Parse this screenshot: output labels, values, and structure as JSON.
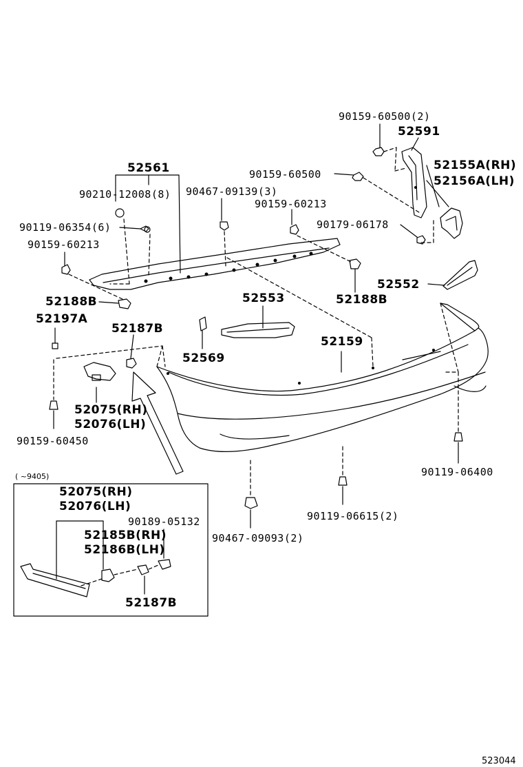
{
  "labels": {
    "p90159_60500_2": "90159-60500(2)",
    "p52591": "52591",
    "p52155A": "52155A(RH)",
    "p52156A": "52156A(LH)",
    "p52561": "52561",
    "p90159_60500": "90159-60500",
    "p90210_12008": "90210-12008(8)",
    "p90467_09139": "90467-09139(3)",
    "p90159_60213_a": "90159-60213",
    "p90119_06354": "90119-06354(6)",
    "p90179_06178": "90179-06178",
    "p90159_60213_b": "90159-60213",
    "p52552": "52552",
    "p52188B_left": "52188B",
    "p52188B_right": "52188B",
    "p52553": "52553",
    "p52197A": "52197A",
    "p52187B": "52187B",
    "p52159": "52159",
    "p52569": "52569",
    "p52075": "52075(RH)",
    "p52076": "52076(LH)",
    "p90159_60450": "90159-60450",
    "p90119_06400": "90119-06400",
    "inset_range": "(    ~9405)",
    "inset_52075": "52075(RH)",
    "inset_52076": "52076(LH)",
    "inset_90189": "90189-05132",
    "inset_52185B": "52185B(RH)",
    "inset_52186B": "52186B(LH)",
    "inset_52187B": "52187B",
    "p90119_06615": "90119-06615(2)",
    "p90467_09093": "90467-09093(2)",
    "diagram_number": "523044"
  }
}
